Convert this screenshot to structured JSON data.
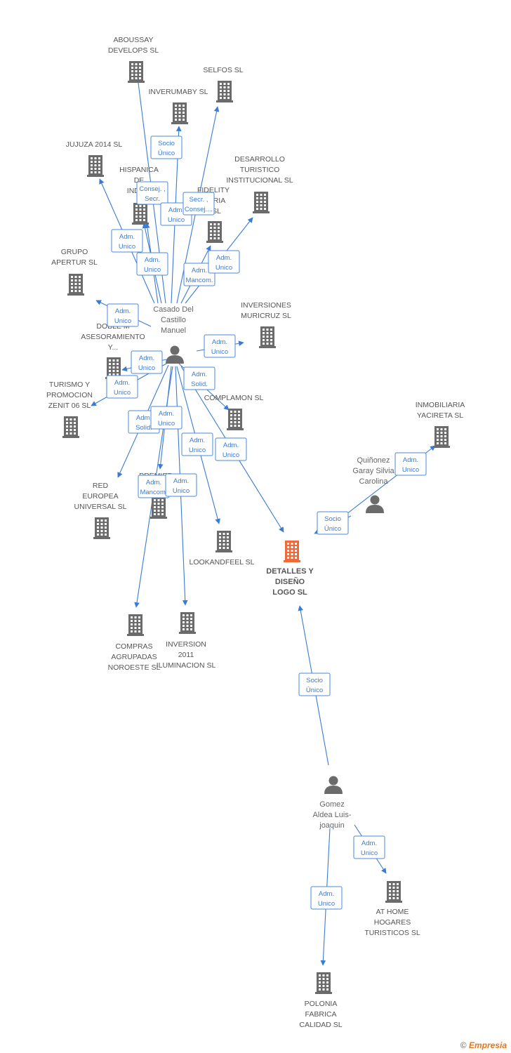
{
  "colors": {
    "edge": "#3a7bd5",
    "building": "#6b6b6b",
    "focus_building": "#ef6a3a",
    "person": "#6b6b6b"
  },
  "companies": [
    {
      "id": "aboussay",
      "lines": [
        "ABOUSSAY",
        "DEVELOPS SL"
      ]
    },
    {
      "id": "selfos",
      "lines": [
        "SELFOS SL"
      ]
    },
    {
      "id": "inverumaby",
      "lines": [
        "INVERUMABY SL"
      ]
    },
    {
      "id": "jujuza",
      "lines": [
        "JUJUZA 2014  SL"
      ]
    },
    {
      "id": "hispanica",
      "lines": [
        "HISPANICA",
        "DE",
        "INDU..."
      ]
    },
    {
      "id": "desarrollo",
      "lines": [
        "DESARROLLO",
        "TURISTICO",
        "INSTITUCIONAL SL"
      ]
    },
    {
      "id": "fidelity",
      "lines": [
        "FIDELITY",
        "...ORIA",
        "...SL"
      ]
    },
    {
      "id": "grupo",
      "lines": [
        "GRUPO",
        "APERTUR SL"
      ]
    },
    {
      "id": "inversiones",
      "lines": [
        "INVERSIONES",
        "MURICRUZ SL"
      ]
    },
    {
      "id": "doble",
      "lines": [
        "DOBLE M",
        "ASESORAMIENTO",
        "Y..."
      ]
    },
    {
      "id": "turismo",
      "lines": [
        "TURISMO Y",
        "PROMOCION",
        "ZENIT 06 SL"
      ]
    },
    {
      "id": "complamon",
      "lines": [
        "COMPLAMON SL"
      ]
    },
    {
      "id": "inmobiliaria",
      "lines": [
        "INMOBILIARIA",
        "YACIRETA SL"
      ]
    },
    {
      "id": "red",
      "lines": [
        "RED",
        "EUROPEA",
        "UNIVERSAL  SL"
      ]
    },
    {
      "id": "premier",
      "lines": [
        "PREMIER",
        "C..."
      ]
    },
    {
      "id": "lookandfeel",
      "lines": [
        "LOOKANDFEEL SL"
      ]
    },
    {
      "id": "detalles",
      "lines": [
        "DETALLES Y",
        "DISEÑO",
        "LOGO SL"
      ]
    },
    {
      "id": "compras",
      "lines": [
        "COMPRAS",
        "AGRUPADAS",
        "NOROESTE  SL"
      ]
    },
    {
      "id": "inversion2011",
      "lines": [
        "INVERSION",
        "2011",
        "ILUMINACION SL"
      ]
    },
    {
      "id": "athome",
      "lines": [
        "AT HOME",
        "HOGARES",
        "TURISTICOS SL"
      ]
    },
    {
      "id": "polonia",
      "lines": [
        "POLONIA",
        "FABRICA",
        "CALIDAD SL"
      ]
    }
  ],
  "persons": [
    {
      "id": "casado",
      "lines": [
        "Casado Del",
        "Castillo",
        "Manuel"
      ]
    },
    {
      "id": "quinonez",
      "lines": [
        "Quiñonez",
        "Garay Silvia",
        "Carolina"
      ]
    },
    {
      "id": "gomez",
      "lines": [
        "Gomez",
        "Aldea Luis-",
        "joaquin"
      ]
    }
  ],
  "relations": [
    {
      "id": "r-aboussay",
      "lines": [
        "Socio",
        "Único"
      ]
    },
    {
      "id": "r-hispanica",
      "lines": [
        "Consej. ,",
        "Secr."
      ]
    },
    {
      "id": "r-inverumaby",
      "lines": [
        "Adm.",
        "Unico"
      ]
    },
    {
      "id": "r-fidelity",
      "lines": [
        "Secr. ,",
        "Consej...."
      ]
    },
    {
      "id": "r-jujuza",
      "lines": [
        "Adm.",
        "Unico"
      ]
    },
    {
      "id": "r-hispanica2",
      "lines": [
        "Adm.",
        "Unico"
      ]
    },
    {
      "id": "r-fidelity2",
      "lines": [
        "Adm.",
        "Mancom."
      ]
    },
    {
      "id": "r-desarrollo",
      "lines": [
        "Adm.",
        "Unico"
      ]
    },
    {
      "id": "r-grupo",
      "lines": [
        "Adm.",
        "Unico"
      ]
    },
    {
      "id": "r-inversiones",
      "lines": [
        "Adm.",
        "Unico"
      ]
    },
    {
      "id": "r-doble",
      "lines": [
        "Adm.",
        "Unico"
      ]
    },
    {
      "id": "r-turismo",
      "lines": [
        "Adm.",
        "Unico"
      ]
    },
    {
      "id": "r-complamon",
      "lines": [
        "Adm.",
        "Solid."
      ]
    },
    {
      "id": "r-red",
      "lines": [
        "Adm.",
        "Solid."
      ]
    },
    {
      "id": "r-premier",
      "lines": [
        "Adm.",
        "Unico"
      ]
    },
    {
      "id": "r-lookandfeel",
      "lines": [
        "Adm.",
        "Unico"
      ]
    },
    {
      "id": "r-detalles",
      "lines": [
        "Adm.",
        "Unico"
      ]
    },
    {
      "id": "r-compras",
      "lines": [
        "Adm.",
        "Mancom."
      ]
    },
    {
      "id": "r-inversion2011",
      "lines": [
        "Adm.",
        "Unico"
      ]
    },
    {
      "id": "r-inmobiliaria",
      "lines": [
        "Adm.",
        "Unico"
      ]
    },
    {
      "id": "r-quinonez",
      "lines": [
        "Socio",
        "Único"
      ]
    },
    {
      "id": "r-gomez",
      "lines": [
        "Socio",
        "Único"
      ]
    },
    {
      "id": "r-athome",
      "lines": [
        "Adm.",
        "Unico"
      ]
    },
    {
      "id": "r-polonia",
      "lines": [
        "Adm.",
        "Unico"
      ]
    }
  ],
  "footer": {
    "copyright": "©",
    "brand": "Empresia"
  }
}
